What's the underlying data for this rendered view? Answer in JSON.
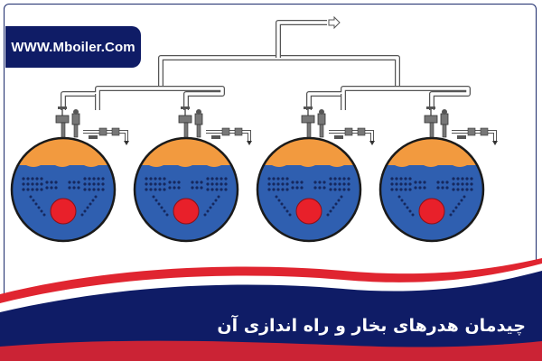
{
  "brand": {
    "url_label": "WWW.Mboiler.Com"
  },
  "caption": {
    "text": "چیدمان هدرهای بخار و راه اندازی آن"
  },
  "diagram": {
    "boiler_count": 4,
    "colors": {
      "steam": "#f29a3f",
      "water": "#2f5fb0",
      "boiler_outline": "#1a1a1a",
      "fire_tube": "#e8202a",
      "tube_dots": "#15285e",
      "pipe": "#ffffff",
      "pipe_outline": "#555555",
      "valve": "#777777"
    },
    "icons": [
      "steam-outlet-arrow-icon",
      "gate-valve-icon",
      "safety-valve-icon",
      "check-valve-icon"
    ]
  },
  "footer": {
    "colors": {
      "dark": "#0f1c66",
      "red": "#e02530",
      "white": "#ffffff"
    }
  }
}
